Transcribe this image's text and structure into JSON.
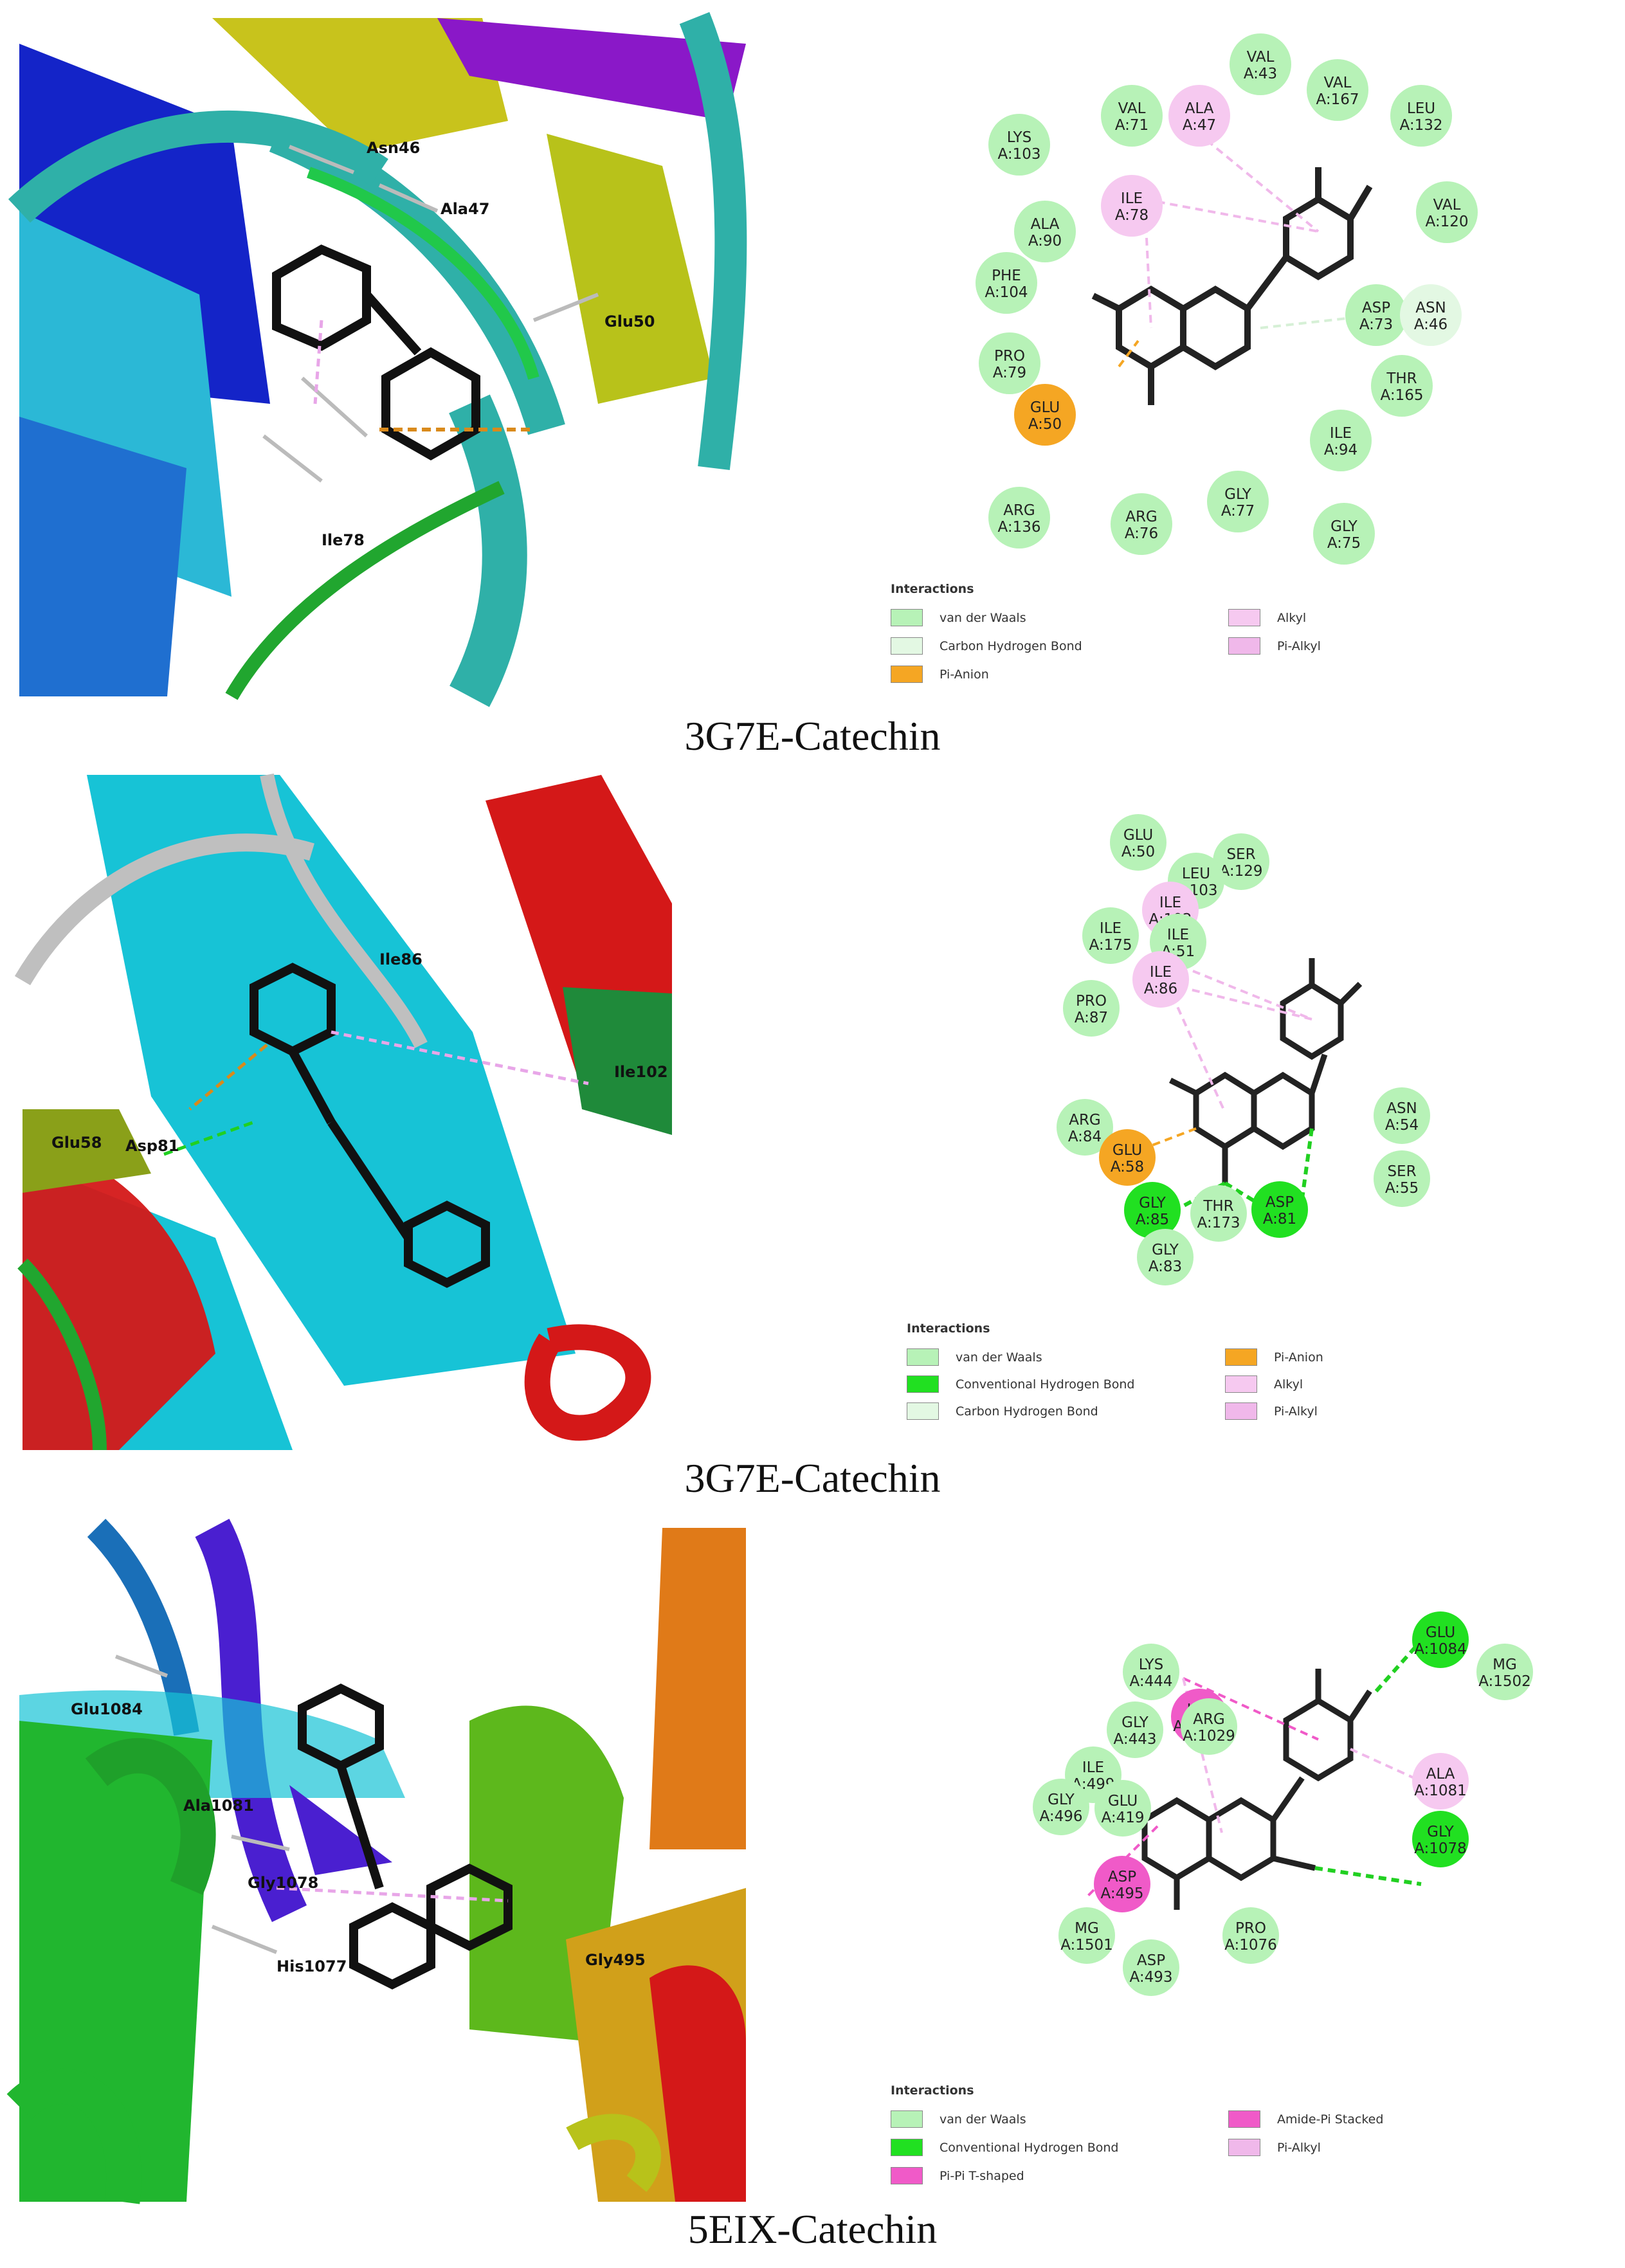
{
  "colors": {
    "vdw": "#b7f2b7",
    "conv_hbond": "#21e021",
    "carbon_hbond": "#e3f8e3",
    "pi_anion": "#f5a623",
    "alkyl": "#f6c9f0",
    "pi_alkyl": "#f0b8ea",
    "amide_pi": "#f05ac8",
    "pipi_t": "#f05ac8"
  },
  "panels": [
    {
      "caption": "3G7E-Catechin",
      "labels_3d": [
        "Asn46",
        "Ala47",
        "Glu50",
        "Ile78"
      ],
      "residues": [
        {
          "name": "VAL",
          "id": "A:43",
          "type": "vdw"
        },
        {
          "name": "VAL",
          "id": "A:167",
          "type": "vdw"
        },
        {
          "name": "LEU",
          "id": "A:132",
          "type": "vdw"
        },
        {
          "name": "VAL",
          "id": "A:71",
          "type": "vdw"
        },
        {
          "name": "ALA",
          "id": "A:47",
          "type": "alkyl"
        },
        {
          "name": "LYS",
          "id": "A:103",
          "type": "vdw"
        },
        {
          "name": "VAL",
          "id": "A:120",
          "type": "vdw"
        },
        {
          "name": "ILE",
          "id": "A:78",
          "type": "alkyl"
        },
        {
          "name": "ALA",
          "id": "A:90",
          "type": "vdw"
        },
        {
          "name": "PHE",
          "id": "A:104",
          "type": "vdw"
        },
        {
          "name": "ASP",
          "id": "A:73",
          "type": "vdw"
        },
        {
          "name": "ASN",
          "id": "A:46",
          "type": "carbon_hbond"
        },
        {
          "name": "PRO",
          "id": "A:79",
          "type": "vdw"
        },
        {
          "name": "THR",
          "id": "A:165",
          "type": "vdw"
        },
        {
          "name": "GLU",
          "id": "A:50",
          "type": "pi_anion"
        },
        {
          "name": "ILE",
          "id": "A:94",
          "type": "vdw"
        },
        {
          "name": "GLY",
          "id": "A:77",
          "type": "vdw"
        },
        {
          "name": "ARG",
          "id": "A:136",
          "type": "vdw"
        },
        {
          "name": "ARG",
          "id": "A:76",
          "type": "vdw"
        },
        {
          "name": "GLY",
          "id": "A:75",
          "type": "vdw"
        }
      ],
      "legend": {
        "title": "Interactions",
        "items": [
          {
            "label": "van der Waals",
            "type": "vdw"
          },
          {
            "label": "Carbon Hydrogen Bond",
            "type": "carbon_hbond"
          },
          {
            "label": "Pi-Anion",
            "type": "pi_anion"
          },
          {
            "label": "Alkyl",
            "type": "alkyl"
          },
          {
            "label": "Pi-Alkyl",
            "type": "pi_alkyl"
          }
        ]
      }
    },
    {
      "caption": "3G7E-Catechin",
      "labels_3d": [
        "Ile86",
        "Ile102",
        "Glu58",
        "Asp81"
      ],
      "residues": [
        {
          "name": "GLU",
          "id": "A:50",
          "type": "vdw"
        },
        {
          "name": "SER",
          "id": "A:129",
          "type": "vdw"
        },
        {
          "name": "LEU",
          "id": "A:103",
          "type": "vdw"
        },
        {
          "name": "ILE",
          "id": "A:102",
          "type": "alkyl"
        },
        {
          "name": "ILE",
          "id": "A:175",
          "type": "vdw"
        },
        {
          "name": "ILE",
          "id": "A:51",
          "type": "vdw"
        },
        {
          "name": "ILE",
          "id": "A:86",
          "type": "alkyl"
        },
        {
          "name": "PRO",
          "id": "A:87",
          "type": "vdw"
        },
        {
          "name": "ASN",
          "id": "A:54",
          "type": "vdw"
        },
        {
          "name": "ARG",
          "id": "A:84",
          "type": "vdw"
        },
        {
          "name": "GLU",
          "id": "A:58",
          "type": "pi_anion"
        },
        {
          "name": "SER",
          "id": "A:55",
          "type": "vdw"
        },
        {
          "name": "GLY",
          "id": "A:85",
          "type": "conv_hbond"
        },
        {
          "name": "THR",
          "id": "A:173",
          "type": "vdw"
        },
        {
          "name": "ASP",
          "id": "A:81",
          "type": "conv_hbond"
        },
        {
          "name": "GLY",
          "id": "A:83",
          "type": "vdw"
        }
      ],
      "legend": {
        "title": "Interactions",
        "items": [
          {
            "label": "van der Waals",
            "type": "vdw"
          },
          {
            "label": "Conventional Hydrogen Bond",
            "type": "conv_hbond"
          },
          {
            "label": "Carbon Hydrogen Bond",
            "type": "carbon_hbond"
          },
          {
            "label": "Pi-Anion",
            "type": "pi_anion"
          },
          {
            "label": "Alkyl",
            "type": "alkyl"
          },
          {
            "label": "Pi-Alkyl",
            "type": "pi_alkyl"
          }
        ]
      }
    },
    {
      "caption": "5EIX-Catechin",
      "labels_3d": [
        "Glu1084",
        "Ala1081",
        "Gly1078",
        "His1077",
        "Gly495"
      ],
      "residues": [
        {
          "name": "GLU",
          "id": "A:1084",
          "type": "conv_hbond"
        },
        {
          "name": "MG",
          "id": "A:1502",
          "type": "vdw"
        },
        {
          "name": "LYS",
          "id": "A:444",
          "type": "vdw"
        },
        {
          "name": "HIS",
          "id": "A:1077",
          "type": "amide_pi"
        },
        {
          "name": "ARG",
          "id": "A:1029",
          "type": "vdw"
        },
        {
          "name": "GLY",
          "id": "A:443",
          "type": "vdw"
        },
        {
          "name": "ILE",
          "id": "A:499",
          "type": "vdw"
        },
        {
          "name": "ALA",
          "id": "A:1081",
          "type": "alkyl"
        },
        {
          "name": "GLY",
          "id": "A:496",
          "type": "vdw"
        },
        {
          "name": "GLU",
          "id": "A:419",
          "type": "vdw"
        },
        {
          "name": "GLY",
          "id": "A:1078",
          "type": "conv_hbond"
        },
        {
          "name": "ASP",
          "id": "A:495",
          "type": "pipi_t"
        },
        {
          "name": "MG",
          "id": "A:1501",
          "type": "vdw"
        },
        {
          "name": "PRO",
          "id": "A:1076",
          "type": "vdw"
        },
        {
          "name": "ASP",
          "id": "A:493",
          "type": "vdw"
        }
      ],
      "legend": {
        "title": "Interactions",
        "items": [
          {
            "label": "van der Waals",
            "type": "vdw"
          },
          {
            "label": "Conventional Hydrogen Bond",
            "type": "conv_hbond"
          },
          {
            "label": "Pi-Pi T-shaped",
            "type": "pipi_t"
          },
          {
            "label": "Amide-Pi Stacked",
            "type": "amide_pi"
          },
          {
            "label": "Pi-Alkyl",
            "type": "pi_alkyl"
          }
        ]
      }
    }
  ]
}
